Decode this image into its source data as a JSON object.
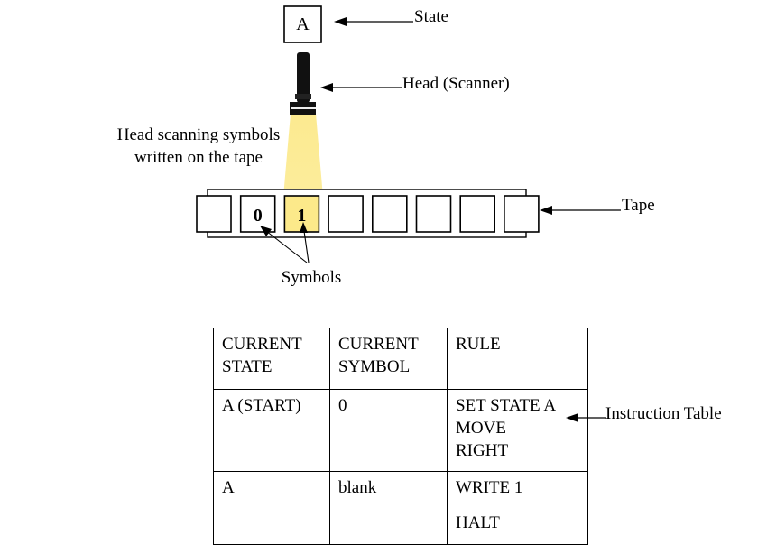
{
  "state_box": {
    "letter": "A",
    "label": "State"
  },
  "head": {
    "label": "Head (Scanner)"
  },
  "scan_label": {
    "line1": "Head scanning symbols",
    "line2": "written on the tape"
  },
  "tape": {
    "label": "Tape",
    "cells": [
      "",
      "0",
      "1",
      "",
      "",
      "",
      "",
      ""
    ],
    "highlighted_index": 2,
    "highlight_color": "#fce98a"
  },
  "symbols_label": "Symbols",
  "instruction_table": {
    "label": "Instruction Table",
    "headers": [
      [
        "CURRENT",
        "STATE"
      ],
      [
        "CURRENT",
        "SYMBOL"
      ],
      [
        "RULE"
      ]
    ],
    "rows": [
      {
        "state": "A (START)",
        "symbol": "0",
        "rule": [
          "SET STATE A",
          "MOVE",
          "RIGHT"
        ]
      },
      {
        "state": "A",
        "symbol": "blank",
        "rule": [
          "WRITE 1",
          "HALT"
        ]
      }
    ]
  }
}
